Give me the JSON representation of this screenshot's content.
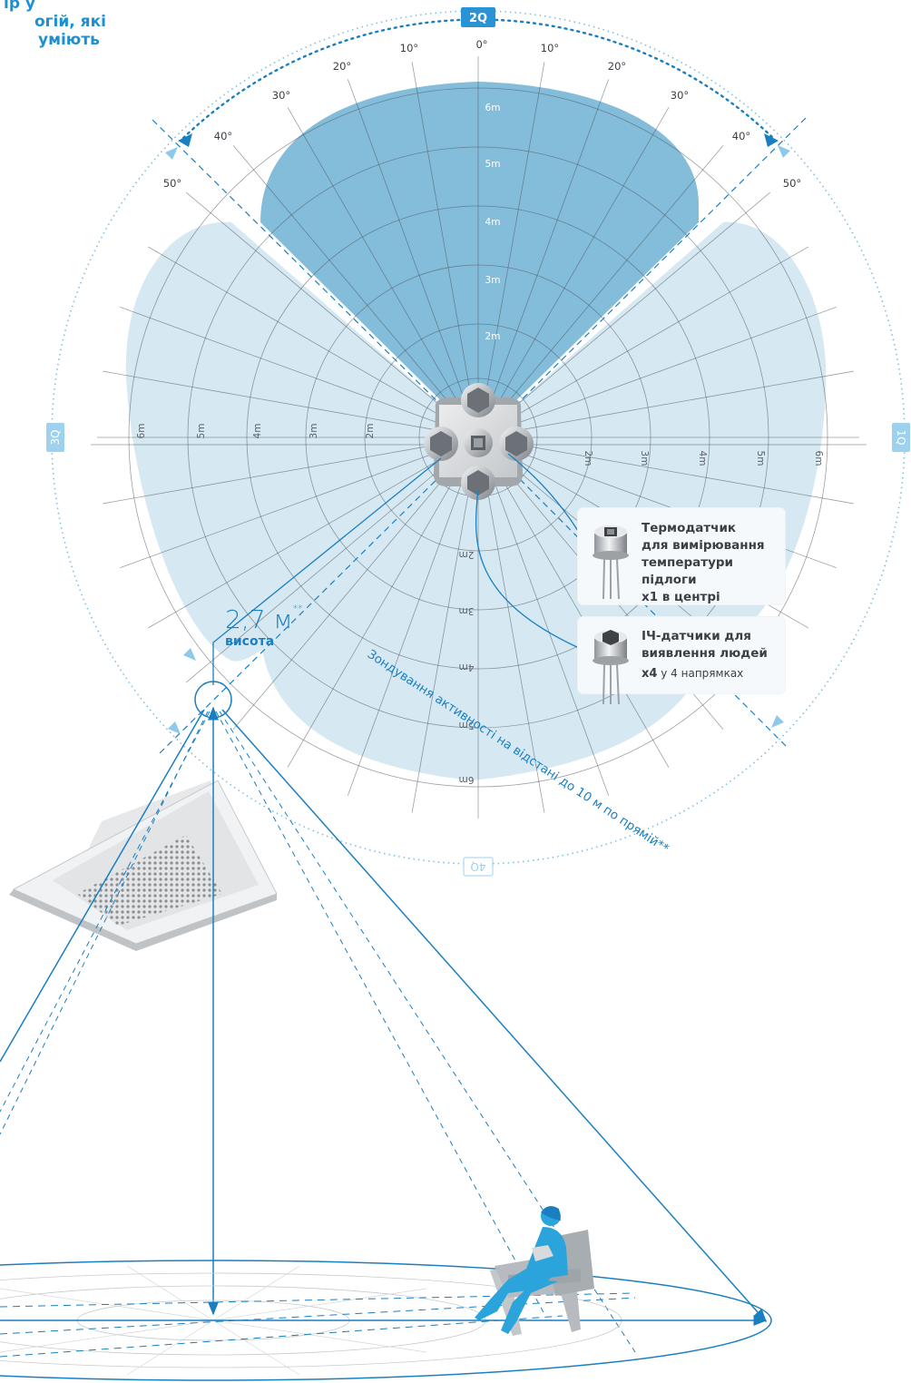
{
  "heading": {
    "line1": "ір у",
    "line2": "огій, які",
    "line3": "уміють"
  },
  "quadrants": {
    "q1": "1Q",
    "q2": "2Q",
    "q3": "3Q",
    "q4": "4Q"
  },
  "angle_labels": {
    "top": "0°",
    "left": [
      "10°",
      "20°",
      "30°",
      "40°",
      "50°"
    ],
    "right": [
      "10°",
      "20°",
      "30°",
      "40°",
      "50°"
    ]
  },
  "distance_labels": [
    "2m",
    "3m",
    "4m",
    "5m",
    "6m"
  ],
  "sensors": {
    "thermo": {
      "title_lines": [
        "Термодатчик",
        "для вимірювання",
        "температури підлоги",
        "x1 в центрі"
      ]
    },
    "ir": {
      "title_lines": [
        "ІЧ-датчики для",
        "виявлення людей"
      ],
      "count": "x4",
      "count_note": "у 4 напрямках"
    }
  },
  "height": {
    "value": "2,7 м",
    "mark": "**",
    "label": "висота"
  },
  "range_caption": "Зондування активності на відстані до 10 м по прямій**",
  "colors": {
    "accent": "#1a7fc0",
    "light_zone": "#d6e9f3",
    "dark_zone": "#6fb2d4"
  }
}
